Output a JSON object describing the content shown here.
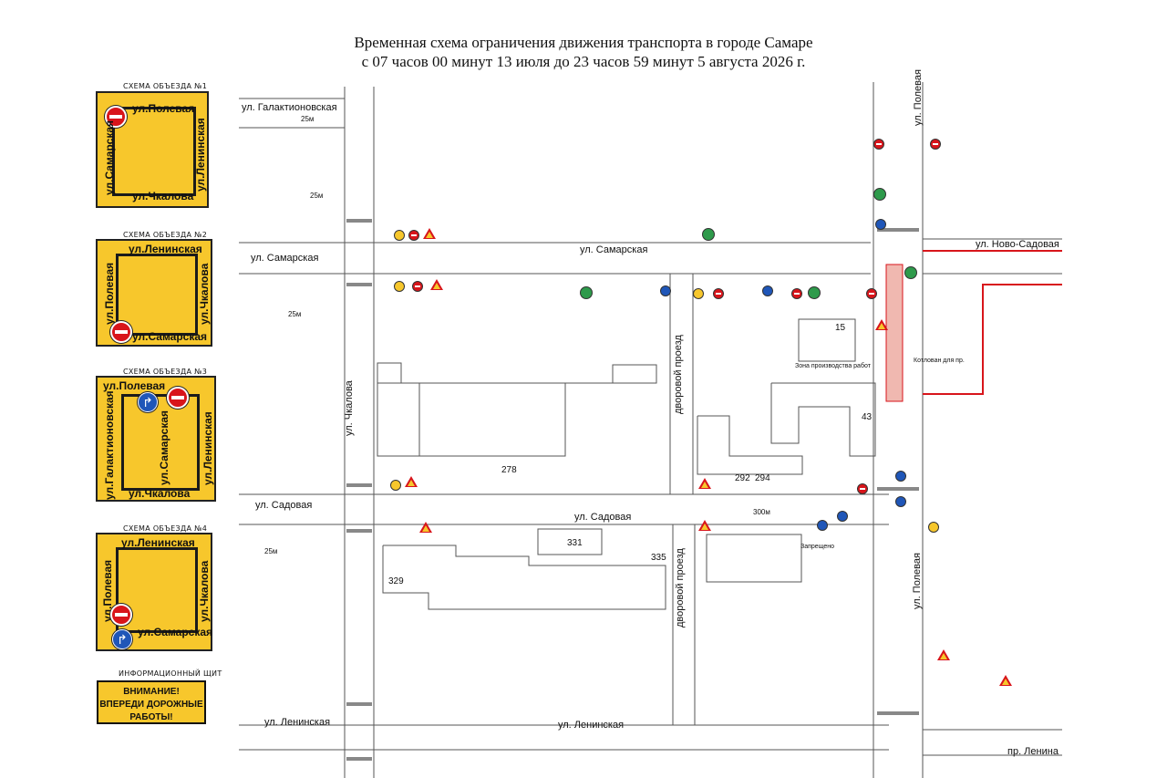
{
  "header": {
    "line1": "Временная схема ограничения движения транспорта в городе Самаре",
    "line2": "с 07 часов 00 минут 13 июля до 23 часов 59 минут 5 августа 2026 г."
  },
  "detours": [
    {
      "label": "СХЕМА ОБЪЕЗДА №1",
      "streets": {
        "top": "ул.Полевая",
        "left": "ул.Самарская",
        "right": "ул.Ленинская",
        "bottom": "ул.Чкалова"
      }
    },
    {
      "label": "СХЕМА ОБЪЕЗДА №2",
      "streets": {
        "top": "ул.Ленинская",
        "left": "ул.Полевая",
        "right": "ул.Чкалова",
        "bottom": "ул.Самарская"
      }
    },
    {
      "label": "СХЕМА ОБЪЕЗДА №3",
      "streets": {
        "top": "ул.Полевая",
        "left": "ул.Галактионовская",
        "mid": "ул.Самарская",
        "right": "ул.Ленинская",
        "bottom": "ул.Чкалова"
      }
    },
    {
      "label": "СХЕМА ОБЪЕЗДА №4",
      "streets": {
        "top": "ул.Ленинская",
        "left": "ул.Полевая",
        "right": "ул.Чкалова",
        "bottom": "ул.Самарская"
      }
    }
  ],
  "info_board": {
    "label": "ИНФОРМАЦИОННЫЙ ЩИТ",
    "text1": "ВНИМАНИЕ!",
    "text2": "ВПЕРЕДИ ДОРОЖНЫЕ",
    "text3": "РАБОТЫ!"
  },
  "map": {
    "streets": {
      "galaktionovskaya": "ул. Галактионовская",
      "samarskaya_left": "ул. Самарская",
      "samarskaya_mid": "ул. Самарская",
      "novo_sadovaya": "ул. Ново-Садовая",
      "sadovaya_left": "ул. Садовая",
      "sadovaya_mid": "ул. Садовая",
      "leninskaya_left": "ул. Ленинская",
      "leninskaya_mid": "ул. Ленинская",
      "lenina": "пр. Ленина",
      "chkalova": "ул. Чкалова",
      "polevaya_top": "ул. Полевая",
      "polevaya_bottom": "ул. Полевая",
      "dvor1": "дворовой проезд",
      "dvor2": "дворовой проезд"
    },
    "buildings": [
      "15",
      "43",
      "278",
      "292",
      "294",
      "331",
      "335",
      "329"
    ],
    "distances": [
      "25м",
      "25м",
      "25м",
      "25м",
      "300м"
    ],
    "notes": {
      "work_zone": "Зона производства работ",
      "pit": "Котлован для пр.",
      "detour_sign": "Запрещено"
    }
  },
  "colors": {
    "panel": "#f7c72c",
    "red": "#d8151b",
    "blue": "#1f56b8",
    "green": "#2e9a4b"
  }
}
